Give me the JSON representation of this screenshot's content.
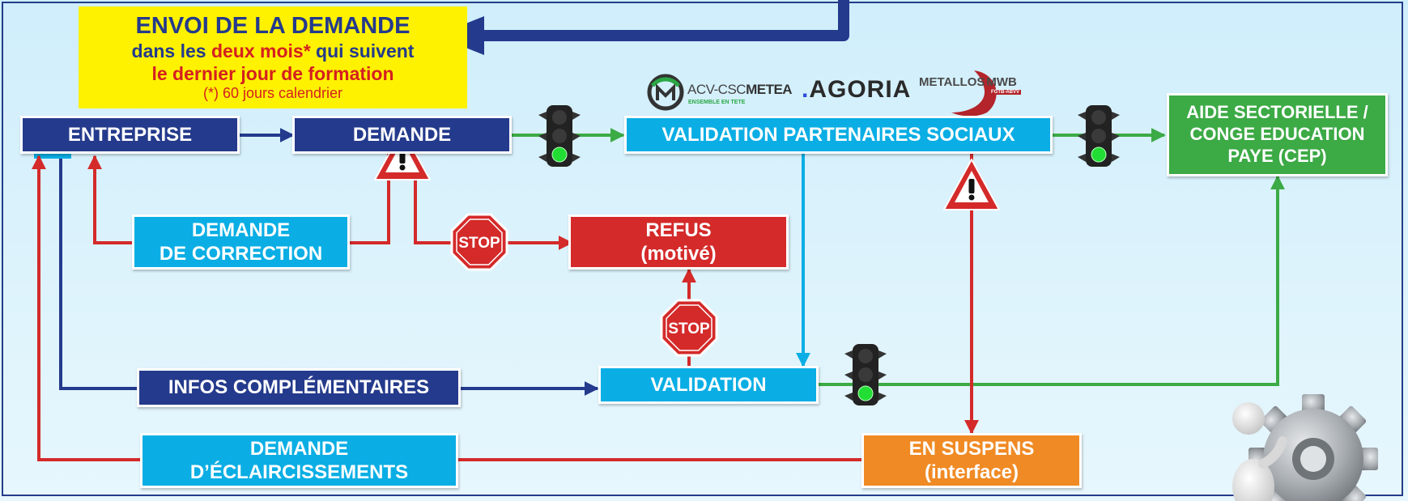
{
  "header": {
    "line1": "ENVOI DE LA DEMANDE",
    "line2_pre": "dans les ",
    "line2_highlight": "deux mois*",
    "line2_post": " qui suivent",
    "line3": "le dernier jour de formation",
    "note": "(*) 60 jours calendrier"
  },
  "boxes": {
    "entreprise": "ENTREPRISE",
    "demande": "DEMANDE",
    "validation_partenaires": "VALIDATION PARTENAIRES SOCIAUX",
    "aide_line1": "AIDE SECTORIELLE /",
    "aide_line2": "CONGE EDUCATION",
    "aide_line3": "PAYE (CEP)",
    "demande_correction_line1": "DEMANDE",
    "demande_correction_line2": "DE CORRECTION",
    "refus_line1": "REFUS",
    "refus_line2": "(motivé)",
    "infos": "INFOS COMPLÉMENTAIRES",
    "validation": "VALIDATION",
    "eclair_line1": "DEMANDE",
    "eclair_line2": "D’ÉCLAIRCISSEMENTS",
    "suspens_line1": "EN SUSPENS",
    "suspens_line2": "(interface)"
  },
  "logos": {
    "acv_name": "ACV-CSC",
    "acv_bold": "METEA",
    "acv_tagline": "ENSEMBLE EN TETE",
    "agoria": "AGORIA",
    "metallos": "METALLOS",
    "mwb": "MWB",
    "metallos_sub": "FGTB-ABVV"
  },
  "signs": {
    "stop_text": "STOP"
  },
  "colors": {
    "navy": "#243a8c",
    "cyan": "#0aaee4",
    "red": "#d42a2a",
    "green": "#3caa45",
    "orange": "#f08a24",
    "yellow": "#fff200"
  }
}
